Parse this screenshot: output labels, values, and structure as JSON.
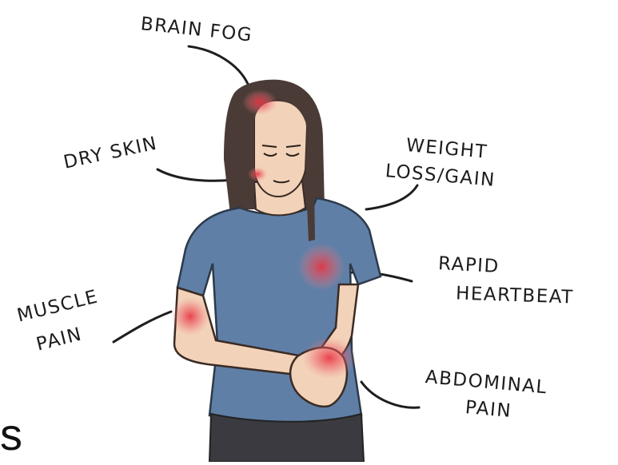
{
  "labels": {
    "brain_fog": "BRAIN FOG",
    "dry_skin": "DRY SKIN",
    "weight_line1": "WEIGHT",
    "weight_line2": "LOSS/GAIN",
    "rapid_line1": "RAPID",
    "rapid_line2": "HEARTBEAT",
    "muscle_line1": "MUSCLE",
    "muscle_line2": "PAIN",
    "abdominal_line1": "ABDOMINAL",
    "abdominal_line2": "PAIN"
  },
  "corner_text": "s",
  "colors": {
    "shirt": "#5f7fa6",
    "hair": "#4a3b36",
    "skin": "#f2d2b8",
    "pain": "#e8323f",
    "pants": "#3a3a40"
  },
  "icons": [
    "woman-illustration"
  ]
}
